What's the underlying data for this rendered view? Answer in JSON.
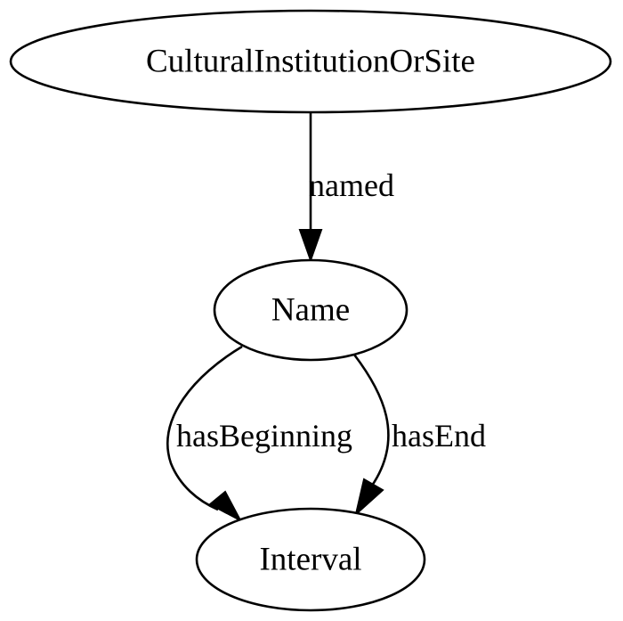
{
  "nodes": {
    "cultural_institution": {
      "label": "CulturalInstitutionOrSite"
    },
    "name": {
      "label": "Name"
    },
    "interval": {
      "label": "Interval"
    }
  },
  "edges": {
    "named": {
      "label": "named",
      "from": "CulturalInstitutionOrSite",
      "to": "Name"
    },
    "has_beginning": {
      "label": "hasBeginning",
      "from": "Name",
      "to": "Interval"
    },
    "has_end": {
      "label": "hasEnd",
      "from": "Name",
      "to": "Interval"
    }
  },
  "colors": {
    "stroke": "#000000",
    "background": "#ffffff"
  }
}
